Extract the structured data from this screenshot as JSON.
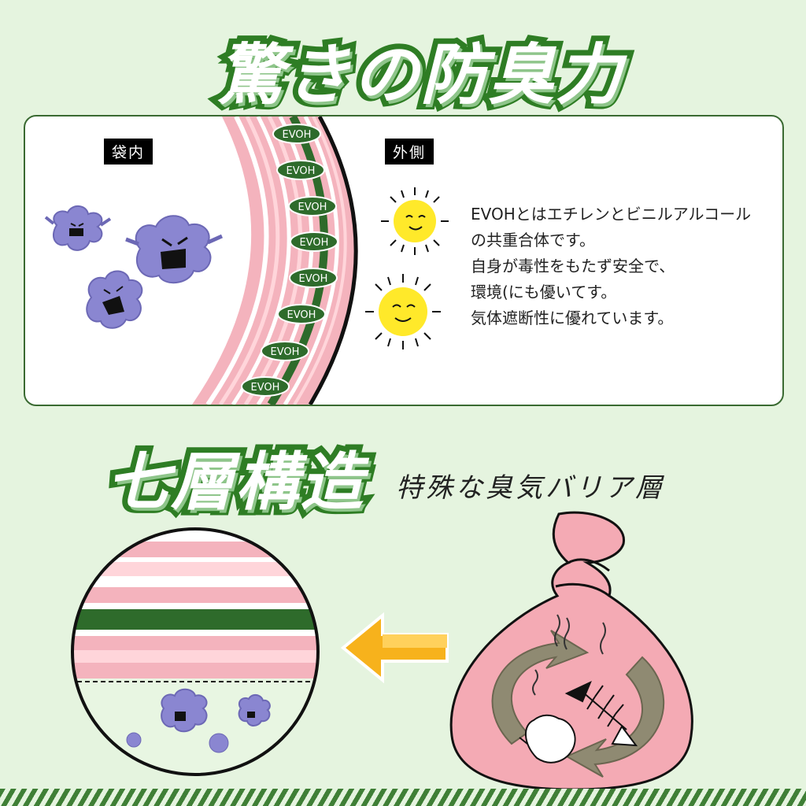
{
  "headline_top": "驚きの防臭力",
  "panel": {
    "label_inside": "袋内",
    "label_outside": "外側",
    "layer_label": "EVOH",
    "description_lines": [
      "EVOHとはエチレンとビニルアルコール",
      "の共重合体です。",
      "自身が毒性をもたず安全で、",
      "環境(にも優いてす。",
      "気体遮断性に優れています。"
    ]
  },
  "headline_bottom": "七層構造",
  "barrier_caption": "特殊な臭気バリア層",
  "colors": {
    "brand_green": "#2e7d24",
    "background": "#e5f4df",
    "pink": "#f2aab4",
    "monster": "#8a86d1",
    "sun": "#ffe92a",
    "arrow": "#f7b21c"
  },
  "icons": [
    "germ-monster-icon",
    "sun-face-icon",
    "trash-bag-icon",
    "arrow-left-icon",
    "fish-bone-icon",
    "apple-core-icon"
  ]
}
